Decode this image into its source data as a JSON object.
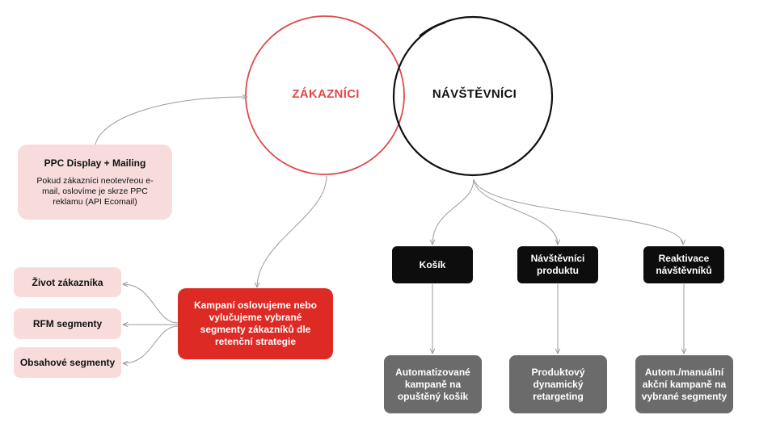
{
  "circles": {
    "customers": {
      "label": "ZÁKAZNÍCI",
      "color": "#e04848"
    },
    "visitors": {
      "label": "NÁVŠTĚVNÍCI",
      "color": "#111111"
    }
  },
  "ppc": {
    "title": "PPC Display + Mailing",
    "description": "Pokud zákazníci neotevřeou e-mail, oslovíme je skrze PPC reklamu (API Ecomail)"
  },
  "campaign_box": {
    "label": "Kampaní oslovujeme nebo vylučujeme vybrané segmenty zákazníků dle retenční strategie",
    "color": "#dd2a24"
  },
  "segments": [
    "Život zákazníka",
    "RFM segmenty",
    "Obsahové segmenty"
  ],
  "visitor_groups": [
    {
      "label": "Košík",
      "result": "Automatizované kampaně na opuštěný košík"
    },
    {
      "label": "Návštěvníci produktu",
      "result": "Produktový dynamický retargeting"
    },
    {
      "label": "Reaktivace návštěvníků",
      "result": "Autom./manuální akční kampaně na vybrané segmenty"
    }
  ],
  "colors": {
    "pink_box": "#f8dcdc",
    "dark_box": "#0d0d0d",
    "gray_box": "#6b6b6b",
    "connector": "#9a9a9a"
  }
}
